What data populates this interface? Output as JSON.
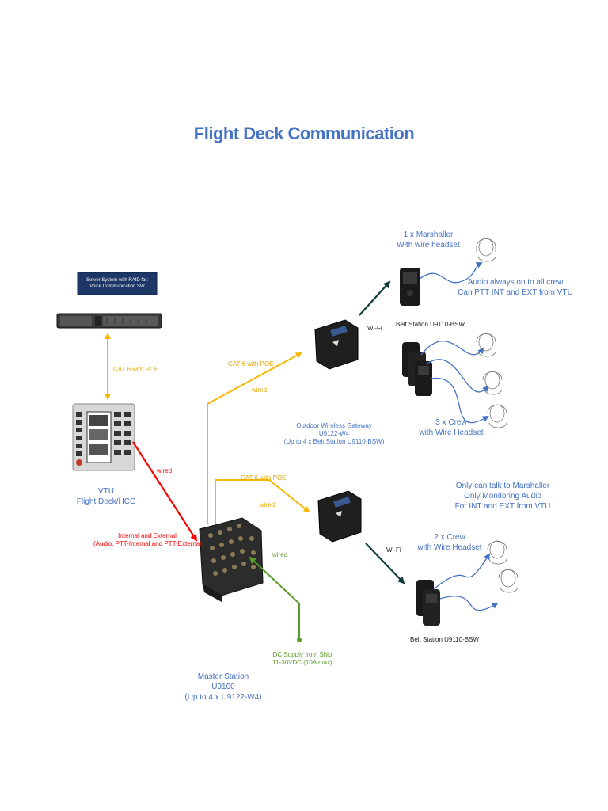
{
  "title": "Flight Deck Communication",
  "server": {
    "line1": "Server System with RAID for:",
    "line2": "Voice Communication SW"
  },
  "links": {
    "server_vtu": "CAT 6 with POE",
    "vtu_master": "wired",
    "master_gateway1_cable": "CAT 6 with POE",
    "master_gateway1_type": "wired",
    "master_gateway2_cable": "CAT 6 with POE",
    "master_gateway2_type": "wired",
    "power_type": "wired",
    "wifi1": "Wi-Fi",
    "wifi2": "Wi-Fi"
  },
  "vtu": {
    "line1": "VTU",
    "line2": "Flight Deck/HCC"
  },
  "internal_external": {
    "line1": "Internal and External",
    "line2": "(Audio, PTT-Internal and PTT-External"
  },
  "master_station": {
    "line1": "Master Station",
    "line2": "U9100",
    "line3": "(Up to 4 x U9122-W4)"
  },
  "dc_supply": {
    "line1": "DC Supply from Ship",
    "line2": "11-30VDC (10A max)"
  },
  "gateway": {
    "line1": "Outdoor Wireless Gateway",
    "line2": "U9122-W4",
    "line3": "(Up to 4 x Belt Station U9110-BSW)"
  },
  "marshaller": {
    "line1": "1 x Marshaller",
    "line2": "With wire headset"
  },
  "audio_note": {
    "line1": "Audio always on to all crew",
    "line2": "Can PTT INT and EXT from VTU"
  },
  "belt_station_top": "Belt Station U9110-BSW",
  "crew3": {
    "line1": "3 x Crew",
    "line2": "with Wire Headset"
  },
  "monitor_note": {
    "line1": "Only can talk to Marshaller",
    "line2": "Only Monitoring Audio",
    "line3": "For INT and EXT from VTU"
  },
  "crew2": {
    "line1": "2 x Crew",
    "line2": "with Wire Headset"
  },
  "belt_station_bottom": "Belt Station U9110-BSW",
  "colors": {
    "title_blue": "#4472c4",
    "cat6_yellow": "#f5b800",
    "wired_red": "#ff0000",
    "power_green": "#5a9a2a",
    "wifi_teal": "#0e3b3a",
    "headset_blue": "#4472c4"
  },
  "icons": [
    "server-rack-icon",
    "vtu-panel-icon",
    "master-station-icon",
    "wireless-gateway-icon",
    "belt-station-icon",
    "crew-person-icon"
  ]
}
